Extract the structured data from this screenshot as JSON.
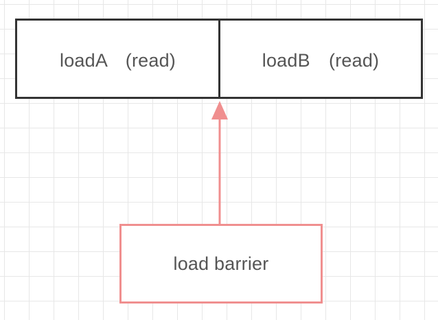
{
  "diagram": {
    "boxes": [
      {
        "id": "load-a",
        "label": "loadA　(read)"
      },
      {
        "id": "load-b",
        "label": "loadB　(read)"
      },
      {
        "id": "load-barrier",
        "label": "load barrier"
      }
    ],
    "edges": [
      {
        "from": "load-barrier",
        "to": "load-a/load-b boundary",
        "style": "arrow"
      }
    ],
    "colors": {
      "box_border": "#333333",
      "barrier_border": "#f08f8f",
      "arrow": "#f08f8f",
      "grid": "#e7e7e7",
      "text": "#555555"
    }
  }
}
